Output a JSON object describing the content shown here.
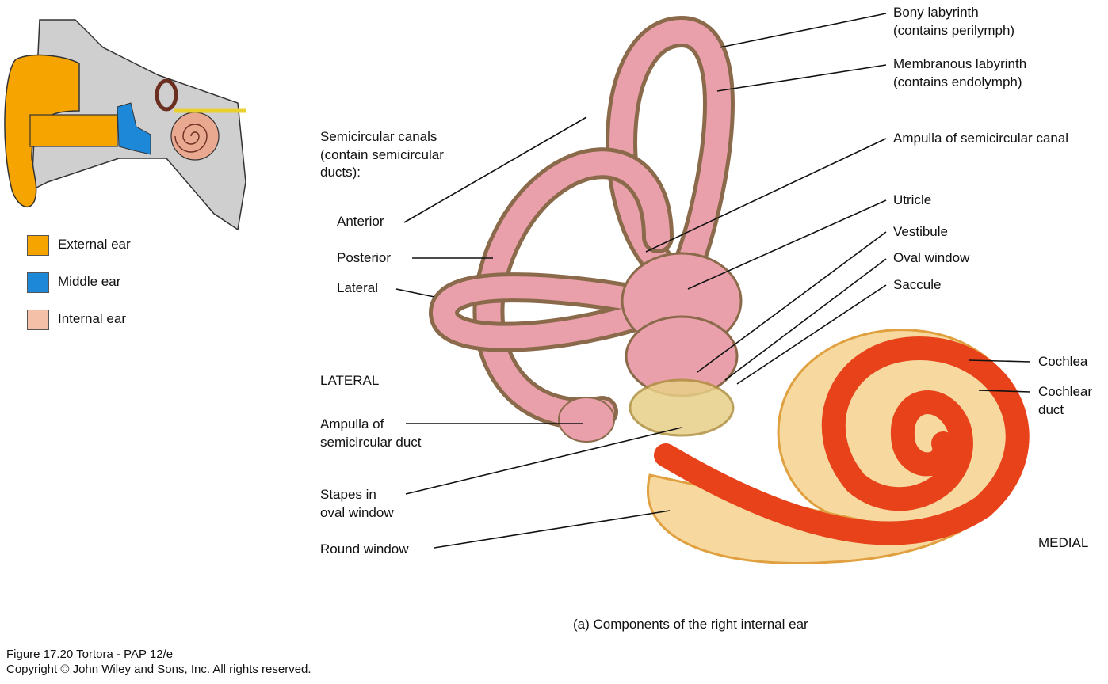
{
  "legend": {
    "items": [
      {
        "label": "External ear",
        "color": "#f5a400"
      },
      {
        "label": "Middle ear",
        "color": "#1e88d8"
      },
      {
        "label": "Internal ear",
        "color": "#f4c0a8"
      }
    ]
  },
  "labels": {
    "bony_labyrinth": [
      "Bony labyrinth",
      "(contains perilymph)"
    ],
    "membranous_labyrinth": [
      "Membranous labyrinth",
      "(contains endolymph)"
    ],
    "ampulla_canal": "Ampulla of semicircular canal",
    "utricle": "Utricle",
    "vestibule": "Vestibule",
    "oval_window": "Oval window",
    "saccule": "Saccule",
    "cochlea": "Cochlea",
    "cochlear_duct": [
      "Cochlear",
      "duct"
    ],
    "medial": "MEDIAL",
    "semicircular_canals": [
      "Semicircular canals",
      "(contain semicircular",
      "ducts):"
    ],
    "anterior": "Anterior",
    "posterior": "Posterior",
    "lateral": "Lateral",
    "lateral_dir": "LATERAL",
    "ampulla_duct": [
      "Ampulla of",
      "semicircular duct"
    ],
    "stapes": [
      "Stapes in",
      "oval window"
    ],
    "round_window": "Round window"
  },
  "caption": "(a) Components of the right internal ear",
  "footer": {
    "figure": "Figure 17.20  Tortora - PAP 12/e",
    "copyright": "Copyright © John Wiley and Sons, Inc. All rights reserved."
  }
}
